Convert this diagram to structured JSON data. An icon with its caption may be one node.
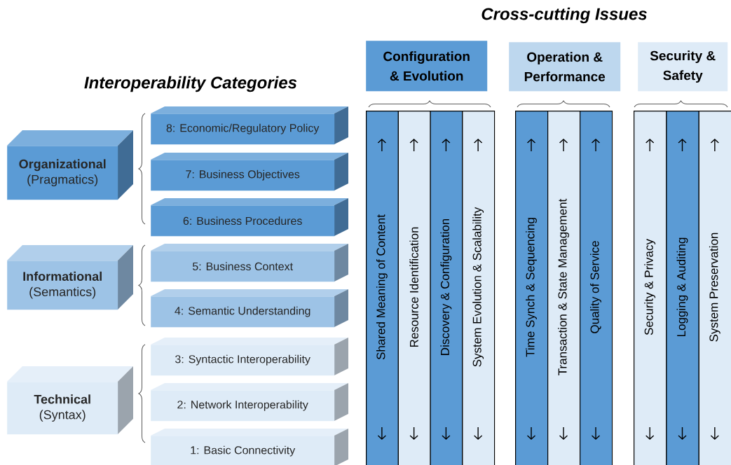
{
  "diagram": {
    "nodes": [
      {
        "text": [
          "Organizational",
          "(Pragmatics)"
        ]
      },
      {
        "text": [
          "Informational",
          "(Semantics)"
        ]
      },
      {
        "text": [
          "Technical",
          "(Syntax)"
        ]
      },
      {
        "text": [
          "8: Economic/Regulatory Policy"
        ]
      },
      {
        "text": [
          "7: Business Objectives"
        ]
      },
      {
        "text": [
          "6: Business Procedures"
        ]
      },
      {
        "text": [
          "5: Business Context"
        ]
      },
      {
        "text": [
          "4: Semantic Understanding"
        ]
      },
      {
        "text": [
          "3: Syntactic Interoperability"
        ]
      },
      {
        "text": [
          "2: Network Interoperability"
        ]
      },
      {
        "text": [
          "1: Basic Connectivity"
        ]
      },
      {
        "text": [
          "Configuration & Evolution"
        ]
      },
      {
        "text": [
          "Operation & Performance"
        ]
      },
      {
        "text": [
          "Security & Safety"
        ]
      },
      {
        "text": [
          "Shared Meaning of Content"
        ]
      },
      {
        "text": [
          "Resource Identification"
        ]
      },
      {
        "text": [
          "Discovery & Configuration"
        ]
      },
      {
        "text": [
          "System Evolution & Scalability"
        ]
      },
      {
        "text": [
          "Time Synch & Sequencing"
        ]
      },
      {
        "text": [
          "Transaction & State Management"
        ]
      },
      {
        "text": [
          "Quality of Service"
        ]
      },
      {
        "text": [
          "Security & Privacy"
        ]
      },
      {
        "text": [
          "Logging & Auditing"
        ]
      },
      {
        "text": [
          "System Preservation"
        ]
      }
    ],
    "edges": [],
    "labels": [
      "Cross-cutting Issues",
      "Interoperability Categories"
    ]
  }
}
